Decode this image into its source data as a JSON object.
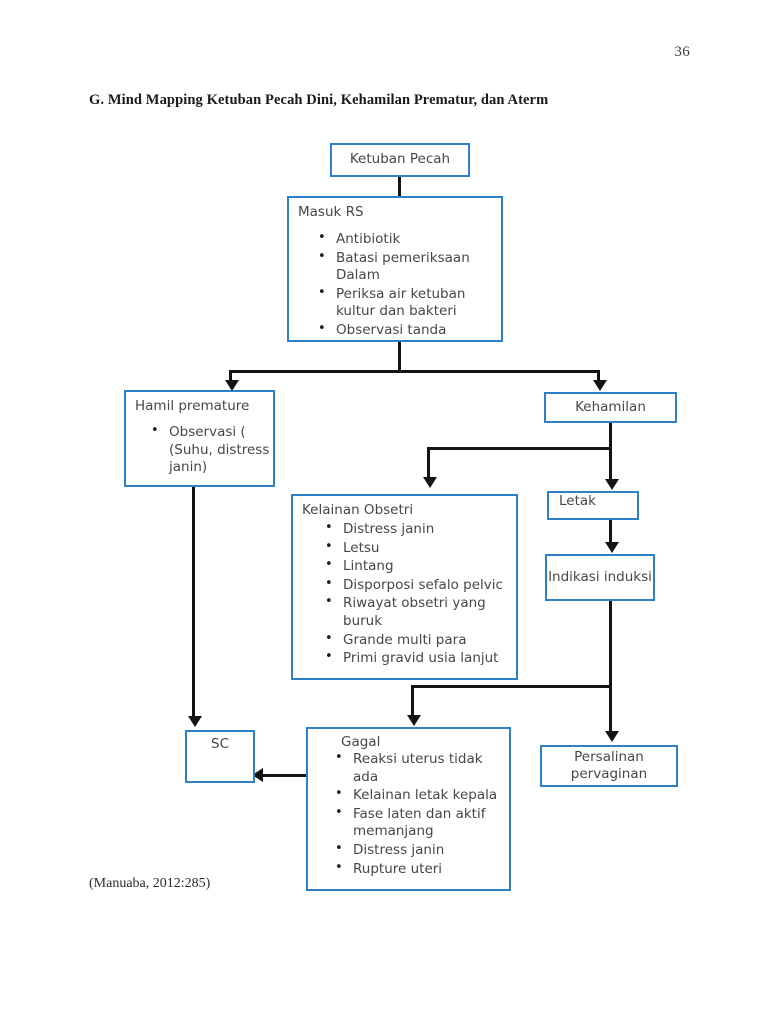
{
  "page": {
    "number": "36",
    "heading": "G.  Mind Mapping  Ketuban Pecah Dini, Kehamilan Prematur, dan Aterm",
    "citation": "(Manuaba, 2012:285)"
  },
  "theme": {
    "box_border": "#2E81C6",
    "connector": "#141414",
    "text": "#474747",
    "background": "#ffffff"
  },
  "chart_data": {
    "type": "diagram",
    "title": "Mind Mapping Ketuban Pecah Dini, Kehamilan Prematur, dan Aterm",
    "nodes": [
      {
        "id": "ketuban_pecah",
        "label": "Ketuban Pecah"
      },
      {
        "id": "masuk_rs",
        "label": "Masuk RS"
      },
      {
        "id": "hamil_premature",
        "label": "Hamil premature"
      },
      {
        "id": "kehamilan",
        "label": "Kehamilan"
      },
      {
        "id": "kelainan_obsetri",
        "label": "Kelainan Obsetri"
      },
      {
        "id": "letak",
        "label": "Letak"
      },
      {
        "id": "indikasi_induksi",
        "label": "Indikasi induksi"
      },
      {
        "id": "sc",
        "label": "SC"
      },
      {
        "id": "gagal",
        "label": "Gagal"
      },
      {
        "id": "persalinan",
        "label": "Persalinan pervaginan"
      }
    ],
    "edges": [
      {
        "from": "ketuban_pecah",
        "to": "masuk_rs"
      },
      {
        "from": "masuk_rs",
        "to": "hamil_premature"
      },
      {
        "from": "masuk_rs",
        "to": "kehamilan"
      },
      {
        "from": "kehamilan",
        "to": "kelainan_obsetri"
      },
      {
        "from": "kehamilan",
        "to": "letak"
      },
      {
        "from": "letak",
        "to": "indikasi_induksi"
      },
      {
        "from": "indikasi_induksi",
        "to": "gagal"
      },
      {
        "from": "indikasi_induksi",
        "to": "persalinan"
      },
      {
        "from": "hamil_premature",
        "to": "sc"
      },
      {
        "from": "gagal",
        "to": "sc"
      }
    ]
  },
  "nodes": {
    "ketuban_pecah": {
      "label": "Ketuban Pecah"
    },
    "masuk_rs": {
      "label": "Masuk RS",
      "items": [
        "Antibiotik",
        "Batasi pemeriksaan Dalam",
        "Periksa air ketuban kultur dan bakteri",
        "Observasi tanda"
      ]
    },
    "hamil_premature": {
      "label": "Hamil premature",
      "items": [
        "Observasi ( (Suhu, distress janin)"
      ]
    },
    "kehamilan": {
      "label": "Kehamilan"
    },
    "kelainan_obsetri": {
      "label": "Kelainan Obsetri",
      "items": [
        "Distress janin",
        "Letsu",
        "Lintang",
        "Disporposi sefalo pelvic",
        "Riwayat obsetri yang buruk",
        "Grande multi para",
        "Primi gravid usia lanjut"
      ]
    },
    "letak": {
      "label": "Letak"
    },
    "indikasi_induksi": {
      "label": "Indikasi induksi"
    },
    "sc": {
      "label": "SC"
    },
    "gagal": {
      "label": "Gagal",
      "items": [
        "Reaksi uterus tidak ada",
        "Kelainan letak kepala",
        "Fase laten dan aktif memanjang",
        "Distress janin",
        "Rupture uteri"
      ]
    },
    "persalinan": {
      "label": "Persalinan pervaginan"
    }
  }
}
